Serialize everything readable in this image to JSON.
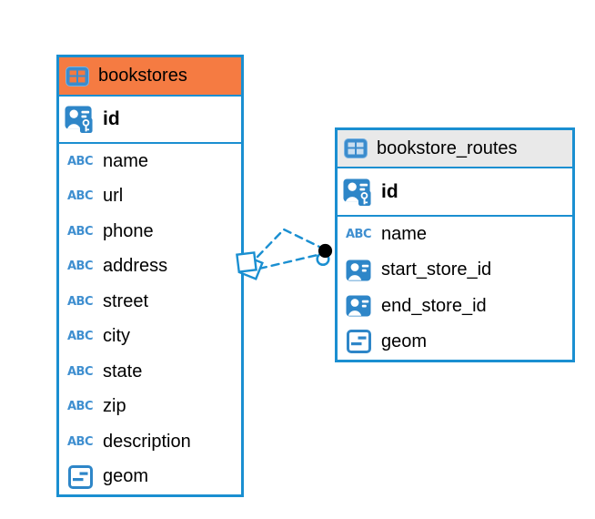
{
  "diagram": {
    "tables": [
      {
        "name": "bookstores",
        "selected": true,
        "header_background": "#f57b42",
        "icon_cell_color": "#f5793f",
        "primary_key": {
          "label": "id",
          "icon": "primary-key-icon"
        },
        "fields": [
          {
            "label": "name",
            "icon": "text-icon"
          },
          {
            "label": "url",
            "icon": "text-icon"
          },
          {
            "label": "phone",
            "icon": "text-icon"
          },
          {
            "label": "address",
            "icon": "text-icon"
          },
          {
            "label": "street",
            "icon": "text-icon"
          },
          {
            "label": "city",
            "icon": "text-icon"
          },
          {
            "label": "state",
            "icon": "text-icon"
          },
          {
            "label": "zip",
            "icon": "text-icon"
          },
          {
            "label": "description",
            "icon": "text-icon"
          },
          {
            "label": "geom",
            "icon": "geometry-icon"
          }
        ]
      },
      {
        "name": "bookstore_routes",
        "selected": false,
        "header_background": "#e9e9e9",
        "icon_cell_color": "#c9def0",
        "primary_key": {
          "label": "id",
          "icon": "primary-key-icon"
        },
        "fields": [
          {
            "label": "name",
            "icon": "text-icon"
          },
          {
            "label": "start_store_id",
            "icon": "reference-icon"
          },
          {
            "label": "end_store_id",
            "icon": "reference-icon"
          },
          {
            "label": "geom",
            "icon": "geometry-icon"
          }
        ]
      }
    ],
    "text_type_badge": "ABC",
    "relationship": {
      "from_table": "bookstore_routes",
      "to_table": "bookstores",
      "line_style": "dashed",
      "line_count": 2
    },
    "colors": {
      "accent_blue": "#1a8fd1",
      "icon_blue": "#2e86c8",
      "selected_header_orange": "#f57b42",
      "header_gray": "#e9e9e9",
      "connector_dot_black": "#000000"
    }
  }
}
